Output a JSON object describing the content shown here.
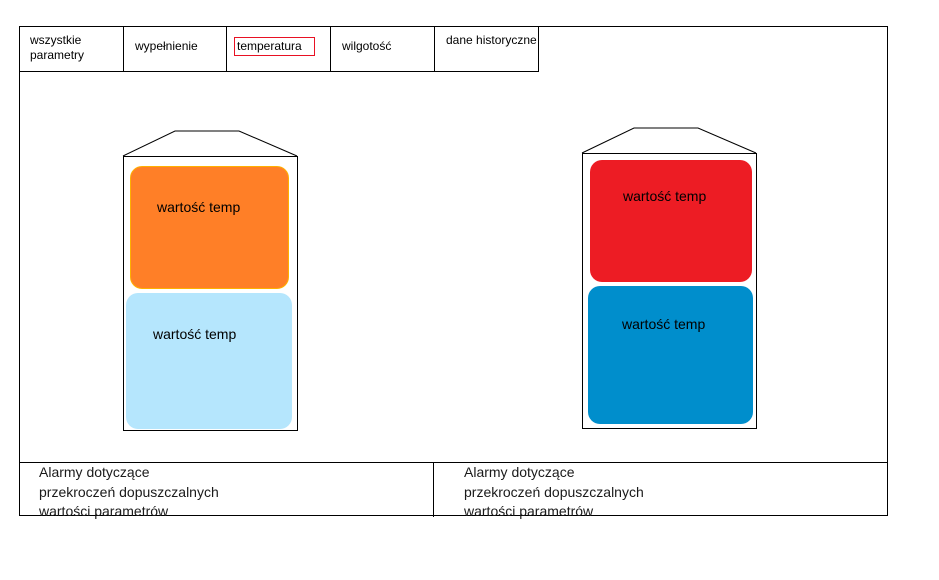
{
  "tabs": [
    {
      "label": "wszystkie parametry"
    },
    {
      "label": "wypełnienie"
    },
    {
      "label": "temperatura"
    },
    {
      "label": "wilgotość"
    },
    {
      "label": "dane historyczne"
    }
  ],
  "active_tab": "temperatura",
  "tanks": [
    {
      "top": {
        "label": "wartość temp",
        "color": "#ff7f27"
      },
      "bottom": {
        "label": "wartość temp",
        "color": "#b5e6fd"
      }
    },
    {
      "top": {
        "label": "wartość temp",
        "color": "#ed1c24"
      },
      "bottom": {
        "label": "wartość temp",
        "color": "#008ecc"
      }
    }
  ],
  "alarms": [
    {
      "lines": [
        "Alarmy dotyczące",
        "przekroczeń dopuszczalnych",
        "wartości parametrów"
      ]
    },
    {
      "lines": [
        "Alarmy dotyczące",
        "przekroczeń dopuszczalnych",
        "wartości parametrów"
      ]
    }
  ]
}
